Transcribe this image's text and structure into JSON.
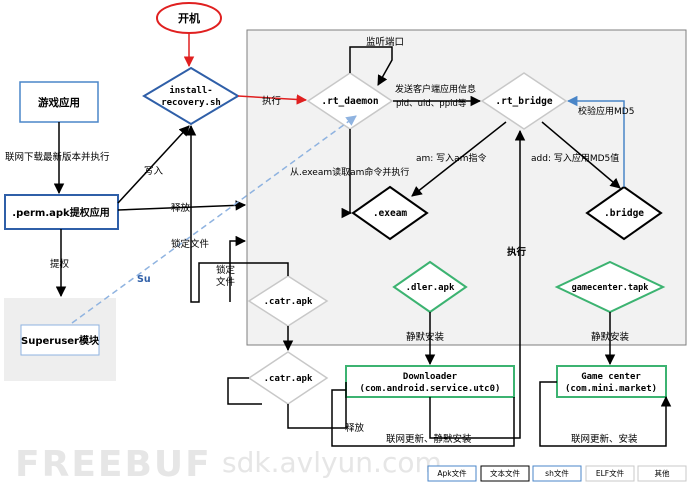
{
  "nodes": {
    "boot": "开机",
    "game_app": "游戏应用",
    "install_recovery": [
      "install-",
      "recovery.sh"
    ],
    "rt_daemon": ".rt_daemon",
    "rt_bridge": ".rt_bridge",
    "perm_apk": ".perm.apk提权应用",
    "exeam": ".exeam",
    "bridge": ".bridge",
    "superuser": "Superuser模块",
    "catr_apk_1": ".catr.apk",
    "catr_apk_2": ".catr.apk",
    "dler_apk": ".dler.apk",
    "gamecenter_tapk": "gamecenter.tapk",
    "downloader": [
      "Downloader",
      "(com.android.service.utc0)"
    ],
    "game_center": [
      "Game center",
      "(com.mini.market)"
    ]
  },
  "edge_labels": {
    "download_exec": "联网下载最新版本并执行",
    "write": "写入",
    "execute_1": "执行",
    "listen_port": "监听端口",
    "send_info": [
      "发送客户端应用信息",
      "pid、uid、ppid等"
    ],
    "verify_md5": "校验应用MD5",
    "am_write": "am: 写入am指令",
    "add_md5": "add: 写入应用MD5值",
    "read_exec": "从.exeam读取am命令并执行",
    "release_1": "释放",
    "lock_file_1": "锁定文件",
    "lock_file_2": [
      "锁定",
      "文件"
    ],
    "su": "Su",
    "root": "提权",
    "silent_install_1": "静默安装",
    "silent_install_2": "静默安装",
    "execute_2": "执行",
    "release_2": "释放",
    "net_update_1": "联网更新、静默安装",
    "net_update_2": "联网更新、安装"
  },
  "legend": [
    "Apk文件",
    "文本文件",
    "sh文件",
    "ELF文件",
    "其他"
  ],
  "watermark": "FREEBUF",
  "watermark_url": "sdk.avlyun.com",
  "colors": {
    "region_fill": "#f2f2f2",
    "region_border": "#7f7f7f",
    "red": "#e02020",
    "blue": "#2f5fa8",
    "light_blue": "#8fb3e0",
    "green": "#3cb371"
  }
}
